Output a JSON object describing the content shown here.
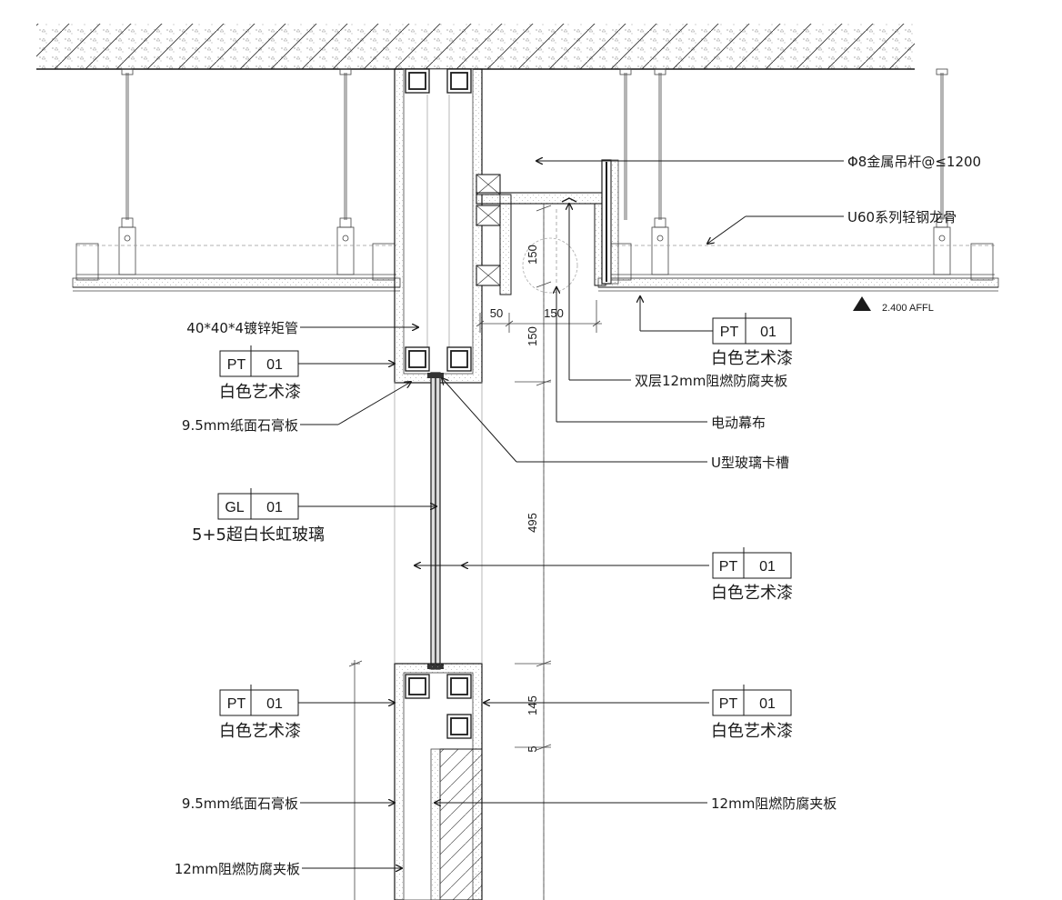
{
  "labels": {
    "rod": "Φ8金属吊杆@≤1200",
    "keel": "U60系列轻钢龙骨",
    "tube": "40*40*4镀锌矩管",
    "plywood_double": "双层12mm阻燃防腐夹板",
    "curtain": "电动幕布",
    "glass_channel": "U型玻璃卡槽",
    "gypsum_top": "9.5mm纸面石膏板",
    "gypsum_bottom": "9.5mm纸面石膏板",
    "plywood_right": "12mm阻燃防腐夹板",
    "plywood_left": "12mm阻燃防腐夹板",
    "level": "2.400 AFFL"
  },
  "tags": [
    {
      "code": "PT",
      "num": "01",
      "desc": "白色艺术漆"
    },
    {
      "code": "PT",
      "num": "01",
      "desc": "白色艺术漆"
    },
    {
      "code": "GL",
      "num": "01",
      "desc": "5+5超白长虹玻璃"
    },
    {
      "code": "PT",
      "num": "01",
      "desc": "白色艺术漆"
    },
    {
      "code": "PT",
      "num": "01",
      "desc": "白色艺术漆"
    },
    {
      "code": "PT",
      "num": "01",
      "desc": "白色艺术漆"
    }
  ],
  "dimensions": {
    "d150_v_top": "150",
    "d50": "50",
    "d150_h": "150",
    "d150_v_mid": "150",
    "d495": "495",
    "d145": "145",
    "d5": "5"
  }
}
